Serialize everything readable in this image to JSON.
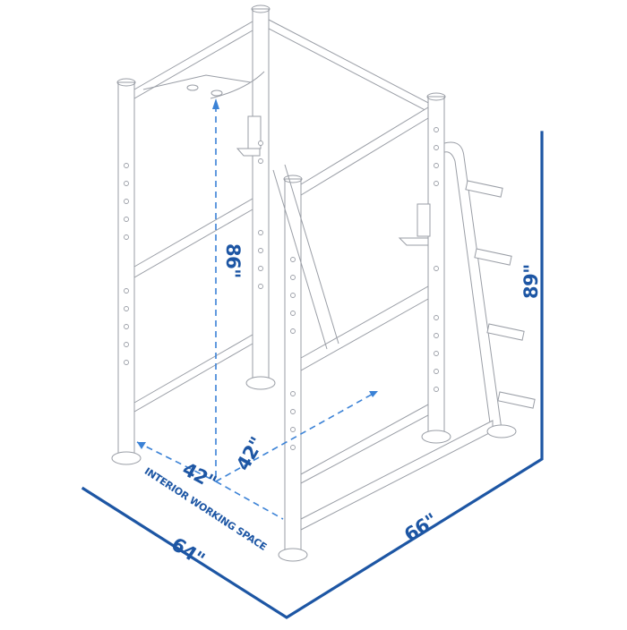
{
  "diagram": {
    "subject": "Power rack with weight plate storage horns and pull-up bar",
    "style": "isometric line drawing",
    "colors": {
      "line_art": "#9a9ea6",
      "dimension_solid": "#1d56a4",
      "dimension_dashed": "#3b82d6",
      "background": "#ffffff"
    },
    "dimensions": {
      "total_height": "89\"",
      "interior_height": "86\"",
      "interior_depth": "42\"",
      "interior_width": "42\"",
      "interior_caption": "INTERIOR WORKING SPACE",
      "footprint_width": "64\"",
      "footprint_depth": "66\""
    }
  }
}
